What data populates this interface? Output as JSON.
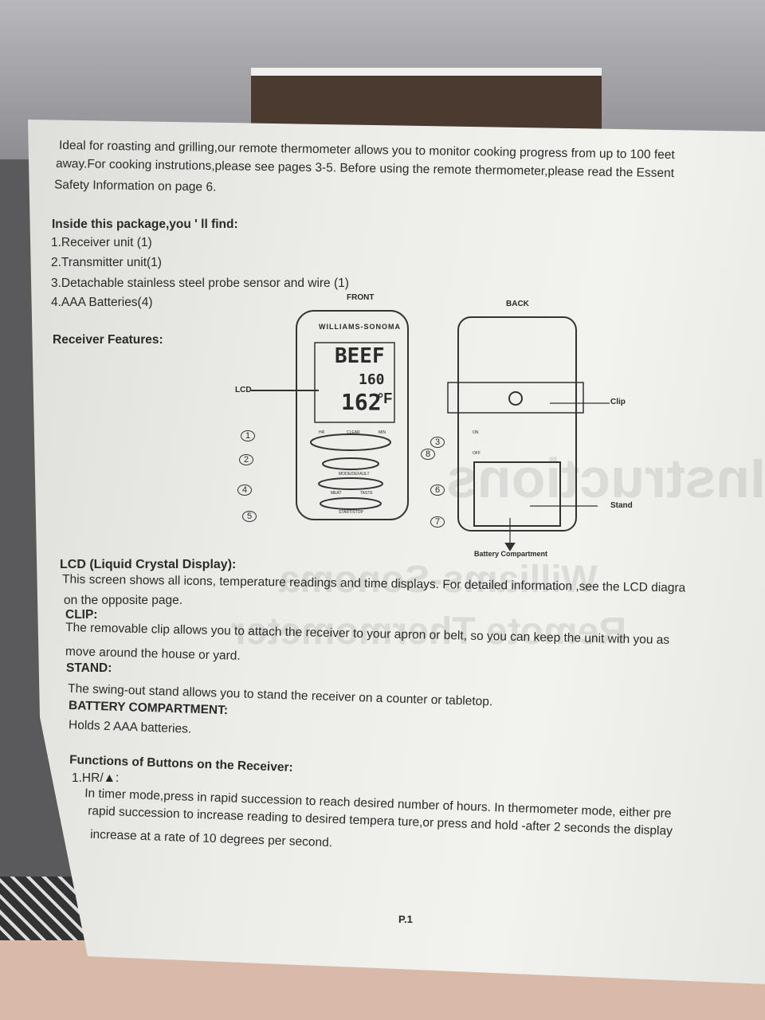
{
  "intro": [
    "Ideal for roasting and grilling,our remote thermometer allows you to monitor cooking progress from up to 100 feet",
    "away.For cooking instrutions,please see pages 3-5. Before using the remote thermometer,please read the Essent",
    "Safety Information on page 6."
  ],
  "package": {
    "heading": "Inside this package,you ' ll find:",
    "items": [
      "1.Receiver unit (1)",
      "2.Transmitter unit(1)",
      "3.Detachable stainless steel probe sensor and wire (1)",
      "4.AAA Batteries(4)"
    ]
  },
  "receiver_features": "Receiver Features:",
  "diagram": {
    "front": "FRONT",
    "back": "BACK",
    "brand": "WILLIAMS-SONOMA",
    "lcd_meat": "BEEF",
    "lcd_set": "160",
    "lcd_probe": "162",
    "lcd_unit": "°F",
    "lcd_label": "LCD",
    "clip": "Clip",
    "stand": "Stand",
    "battery": "Battery Compartment",
    "buttons": {
      "hr": "HR",
      "clear": "CLEAR",
      "min": "MIN",
      "mode": "MODE/DEFAULT",
      "meat": "MEAT",
      "taste": "TASTE",
      "start": "START/STOP",
      "on": "ON",
      "off": "OFF"
    },
    "callouts": [
      "1",
      "2",
      "3",
      "4",
      "5",
      "6",
      "7",
      "8"
    ]
  },
  "sections": [
    {
      "title": "LCD (Liquid Crystal Display):",
      "lines": [
        "This screen shows all icons, temperature readings and time displays. For detailed information ,see the LCD diagra",
        "on the opposite page."
      ]
    },
    {
      "title": "CLIP:",
      "lines": [
        "The removable clip allows you to attach the receiver to your apron or belt, so you can keep the unit with you as",
        "move around the house or yard."
      ]
    },
    {
      "title": "STAND:",
      "lines": [
        "The swing-out stand allows you to stand the receiver on a counter or tabletop."
      ]
    },
    {
      "title": "BATTERY COMPARTMENT:",
      "lines": [
        "Holds 2 AAA batteries."
      ]
    }
  ],
  "functions": {
    "heading": "Functions of Buttons on the Receiver:",
    "item": "1.HR/▲:",
    "lines": [
      "In timer mode,press in rapid succession to reach desired number of hours. In thermometer mode, either pre",
      "rapid succession to increase reading to desired tempera ture,or press and hold -after 2 seconds the display",
      "increase at a rate of 10 degrees per second."
    ]
  },
  "page": "P.1"
}
